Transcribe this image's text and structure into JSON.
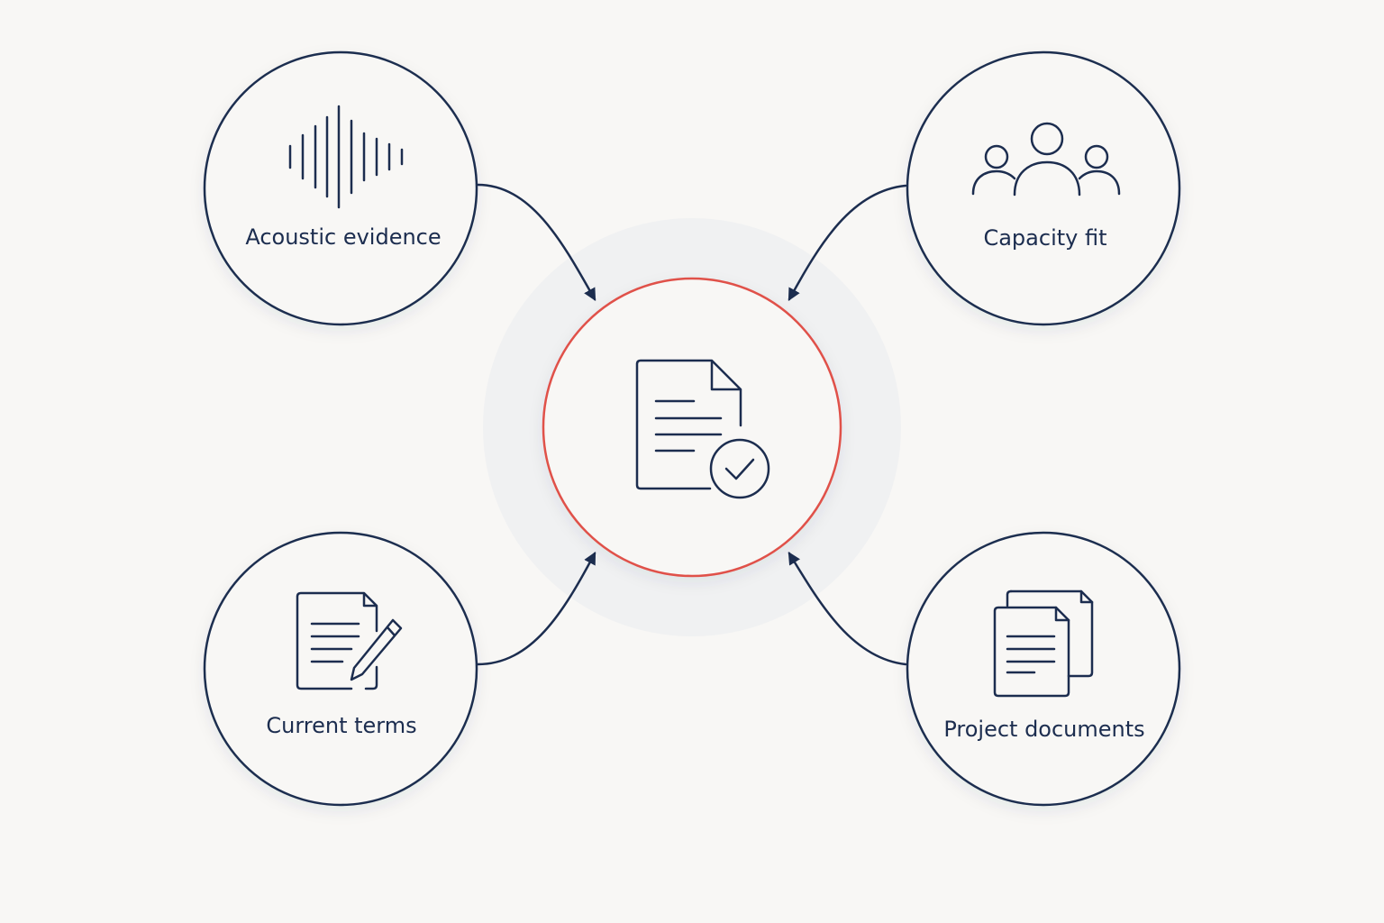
{
  "diagram": {
    "type": "hub-and-spoke",
    "center": {
      "icon": "document-check-icon"
    },
    "nodes": [
      {
        "id": "acoustic",
        "label": "Acoustic evidence",
        "icon": "sound-wave-icon"
      },
      {
        "id": "capacity",
        "label": "Capacity fit",
        "icon": "people-group-icon"
      },
      {
        "id": "terms",
        "label": "Current terms",
        "icon": "document-edit-icon"
      },
      {
        "id": "documents",
        "label": "Project documents",
        "icon": "documents-stack-icon"
      }
    ]
  },
  "colors": {
    "background": "#f8f7f5",
    "ink": "#1c2d4f",
    "accent": "#e0514a",
    "hub_halo": "#eceef1",
    "node_fill": "#f8f7f5"
  }
}
